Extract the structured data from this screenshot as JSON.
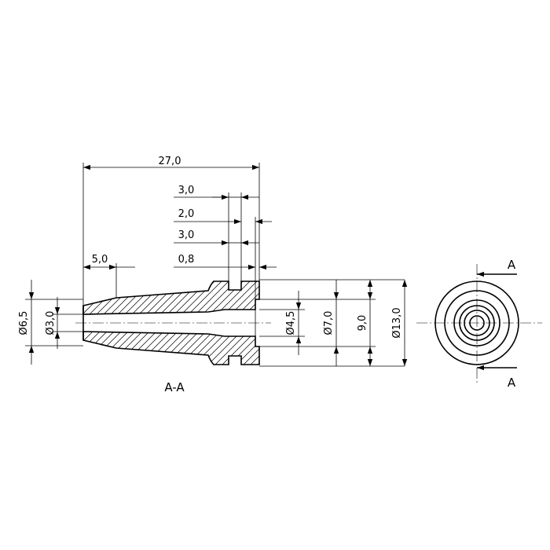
{
  "dimensions": {
    "overall_length": "27,0",
    "groove_3a": "3,0",
    "groove_2": "2,0",
    "groove_3b": "3,0",
    "flange_0_8": "0,8",
    "taper_5": "5,0",
    "dia_6_5": "Ø6,5",
    "dia_3_0": "Ø3,0",
    "dia_4_5": "Ø4,5",
    "dia_7_0": "Ø7,0",
    "width_9_0": "9,0",
    "dia_13_0": "Ø13,0"
  },
  "labels": {
    "section_view": "A-A",
    "cut_mark_top": "A",
    "cut_mark_bottom": "A"
  }
}
